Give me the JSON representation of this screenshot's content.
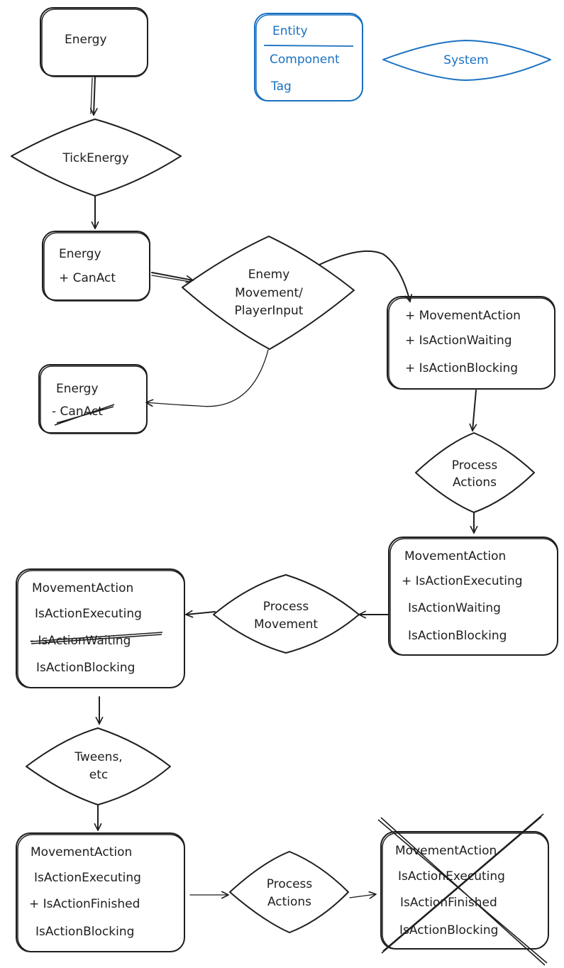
{
  "colors": {
    "ink": "#1e1e1e",
    "legend": "#1971c2",
    "background": "#ffffff"
  },
  "legend": {
    "entity": "Entity",
    "component": "Component",
    "tag": "Tag",
    "system": "System"
  },
  "nodes": {
    "energy_start": {
      "line1": "Energy"
    },
    "tick_energy": {
      "label": "TickEnergy"
    },
    "energy_canact": {
      "line1": "Energy",
      "line2": "+ CanAct"
    },
    "enemy_movement": {
      "line1": "Enemy",
      "line2": "Movement/",
      "line3": "PlayerInput"
    },
    "energy_removed": {
      "line1": "Energy",
      "line2": "- CanAct"
    },
    "movement_added": {
      "line1": "+ MovementAction",
      "line2": "+ IsActionWaiting",
      "line3": "+ IsActionBlocking"
    },
    "process_actions_1": {
      "line1": "Process",
      "line2": "Actions"
    },
    "executing_added": {
      "line1": "MovementAction",
      "line2": "+ IsActionExecuting",
      "line3": "IsActionWaiting",
      "line4": "IsActionBlocking"
    },
    "process_movement": {
      "line1": "Process",
      "line2": "Movement"
    },
    "waiting_removed": {
      "line1": "MovementAction",
      "line2": "IsActionExecuting",
      "line3": "- IsActionWaiting",
      "line4": "IsActionBlocking"
    },
    "tweens": {
      "line1": "Tweens,",
      "line2": "etc"
    },
    "finished_added": {
      "line1": "MovementAction",
      "line2": "IsActionExecuting",
      "line3": "+ IsActionFinished",
      "line4": "IsActionBlocking"
    },
    "process_actions_2": {
      "line1": "Process",
      "line2": "Actions"
    },
    "destroyed_entity": {
      "line1": "MovementAction",
      "line2": "IsActionExecuting",
      "line3": "IsActionFinished",
      "line4": "IsActionBlocking"
    }
  }
}
